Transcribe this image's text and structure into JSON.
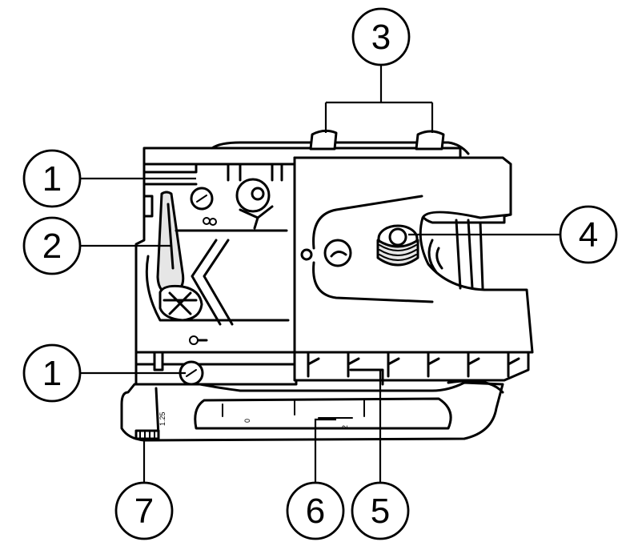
{
  "diagram": {
    "callouts": [
      {
        "id": "c1a",
        "label": "1"
      },
      {
        "id": "c2",
        "label": "2"
      },
      {
        "id": "c1b",
        "label": "1"
      },
      {
        "id": "c3",
        "label": "3"
      },
      {
        "id": "c4",
        "label": "4"
      },
      {
        "id": "c5",
        "label": "5"
      },
      {
        "id": "c6",
        "label": "6"
      },
      {
        "id": "c7",
        "label": "7"
      }
    ],
    "scale_marks": {
      "m125": "1.25",
      "m0": "0",
      "m2": "2"
    },
    "colors": {
      "line": "#000000",
      "fill": "#ffffff",
      "shade": "#e6e6e6"
    }
  }
}
